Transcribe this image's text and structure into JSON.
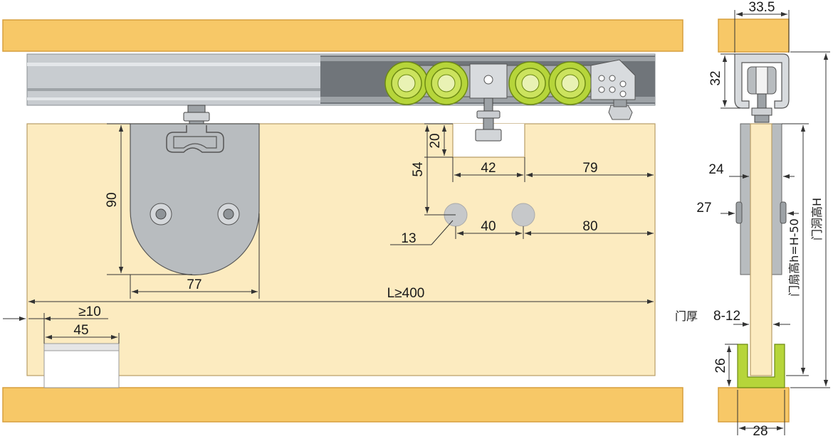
{
  "colors": {
    "wood": "#f7c867",
    "wood_edge": "#d79f3e",
    "door": "#fcebc0",
    "door_edge": "#b89d66",
    "rail": "#c8ccd0",
    "rail_dark": "#6e7377",
    "plate": "#b8bcbf",
    "wheel": "#b6d53a",
    "guide": "#b6d53a",
    "line": "#333333"
  },
  "front_view": {
    "dims": {
      "plate_height": "90",
      "plate_width": "77",
      "notch_depth": "20",
      "hole_offset_vertical": "54",
      "notch_width": "42",
      "notch_edge_offset": "79",
      "hole_spacing": "40",
      "hole_edge_offset": "80",
      "hole_diameter": "13",
      "door_length": "L≥400",
      "guide_min_gap": "≥10",
      "guide_width": "45"
    }
  },
  "side_view": {
    "dims": {
      "track_width": "33.5",
      "track_height": "32",
      "clamp_width": "24",
      "clamp_hole": "27",
      "door_thickness_label": "门厚",
      "door_thickness": "8-12",
      "guide_height": "26",
      "guide_width": "28",
      "door_height": "门扇高h=H-50",
      "opening_height": "门洞高H"
    }
  }
}
